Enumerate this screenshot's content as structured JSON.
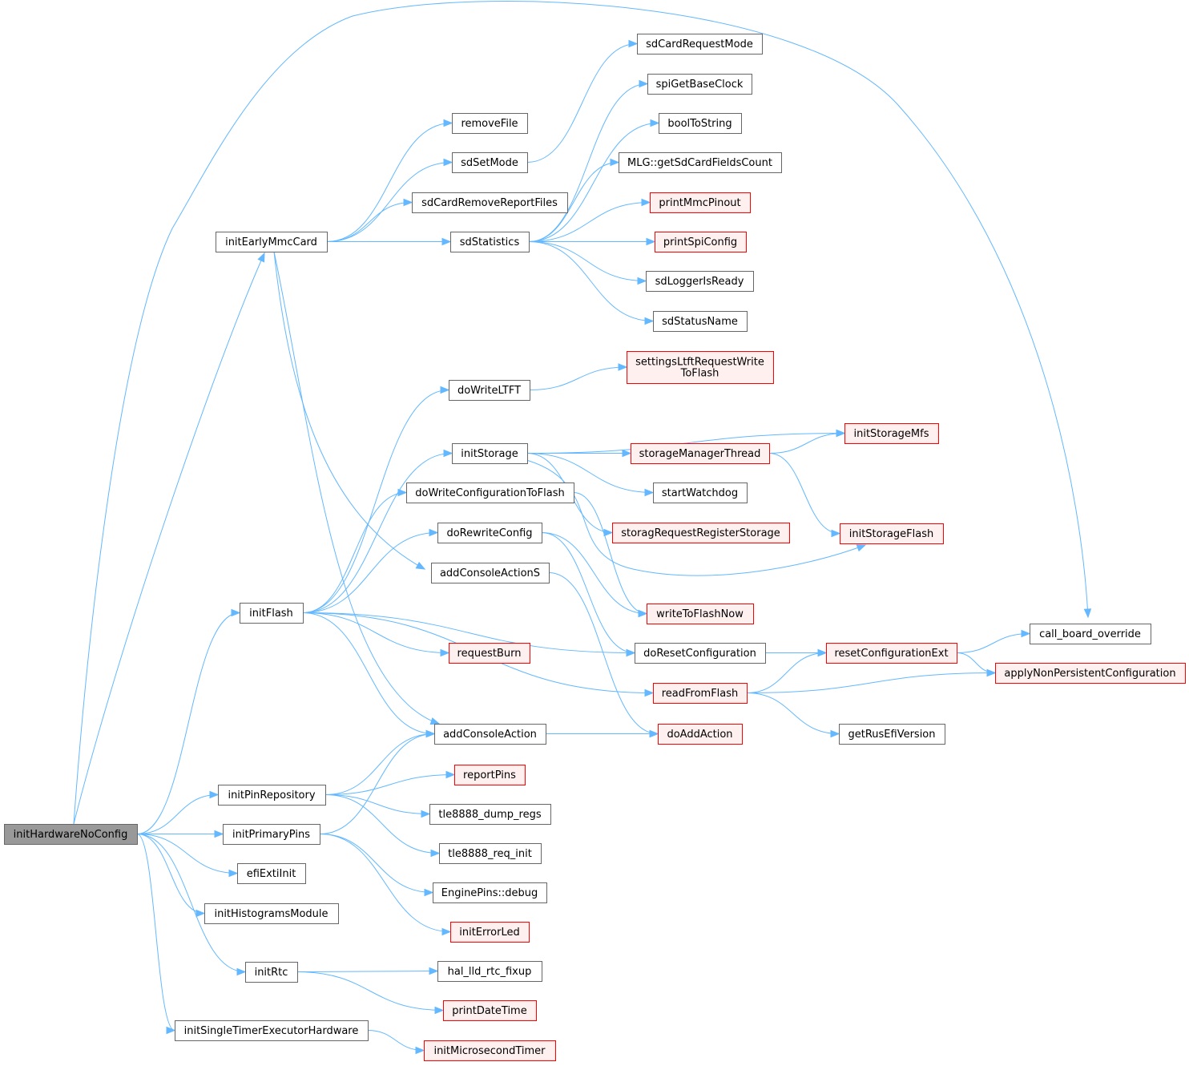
{
  "graph": {
    "title": "initHardwareNoConfig call graph",
    "colors": {
      "edge": "#63b8ff",
      "root_fill": "#999999",
      "red_border": "#ff0000",
      "red_fill": "#fff0f0",
      "normal_border": "#666666"
    },
    "nodes": [
      {
        "id": "initHardwareNoConfig",
        "label": "initHardwareNoConfig",
        "style": "root"
      },
      {
        "id": "initEarlyMmcCard",
        "label": "initEarlyMmcCard",
        "style": "normal"
      },
      {
        "id": "initFlash",
        "label": "initFlash",
        "style": "normal"
      },
      {
        "id": "initPinRepository",
        "label": "initPinRepository",
        "style": "normal"
      },
      {
        "id": "initPrimaryPins",
        "label": "initPrimaryPins",
        "style": "normal"
      },
      {
        "id": "efiExtiInit",
        "label": "efiExtiInit",
        "style": "normal"
      },
      {
        "id": "initHistogramsModule",
        "label": "initHistogramsModule",
        "style": "normal"
      },
      {
        "id": "initRtc",
        "label": "initRtc",
        "style": "normal"
      },
      {
        "id": "initSingleTimerExecutorHardware",
        "label": "initSingleTimerExecutorHardware",
        "style": "normal"
      },
      {
        "id": "removeFile",
        "label": "removeFile",
        "style": "normal"
      },
      {
        "id": "sdSetMode",
        "label": "sdSetMode",
        "style": "normal"
      },
      {
        "id": "sdCardRemoveReportFiles",
        "label": "sdCardRemoveReportFiles",
        "style": "normal"
      },
      {
        "id": "sdStatistics",
        "label": "sdStatistics",
        "style": "normal"
      },
      {
        "id": "doWriteLTFT",
        "label": "doWriteLTFT",
        "style": "normal"
      },
      {
        "id": "initStorage",
        "label": "initStorage",
        "style": "normal"
      },
      {
        "id": "doWriteConfigurationToFlash",
        "label": "doWriteConfigurationToFlash",
        "style": "normal"
      },
      {
        "id": "doRewriteConfig",
        "label": "doRewriteConfig",
        "style": "normal"
      },
      {
        "id": "addConsoleActionS",
        "label": "addConsoleActionS",
        "style": "normal"
      },
      {
        "id": "requestBurn",
        "label": "requestBurn",
        "style": "red"
      },
      {
        "id": "addConsoleAction",
        "label": "addConsoleAction",
        "style": "normal"
      },
      {
        "id": "reportPins",
        "label": "reportPins",
        "style": "red"
      },
      {
        "id": "tle8888_dump_regs",
        "label": "tle8888_dump_regs",
        "style": "normal"
      },
      {
        "id": "tle8888_req_init",
        "label": "tle8888_req_init",
        "style": "normal"
      },
      {
        "id": "EnginePins::debug",
        "label": "EnginePins::debug",
        "style": "normal"
      },
      {
        "id": "initErrorLed",
        "label": "initErrorLed",
        "style": "red"
      },
      {
        "id": "hal_lld_rtc_fixup",
        "label": "hal_lld_rtc_fixup",
        "style": "normal"
      },
      {
        "id": "printDateTime",
        "label": "printDateTime",
        "style": "red"
      },
      {
        "id": "initMicrosecondTimer",
        "label": "initMicrosecondTimer",
        "style": "red"
      },
      {
        "id": "sdCardRequestMode",
        "label": "sdCardRequestMode",
        "style": "normal"
      },
      {
        "id": "spiGetBaseClock",
        "label": "spiGetBaseClock",
        "style": "normal"
      },
      {
        "id": "boolToString",
        "label": "boolToString",
        "style": "normal"
      },
      {
        "id": "MLG::getSdCardFieldsCount",
        "label": "MLG::getSdCardFieldsCount",
        "style": "normal"
      },
      {
        "id": "printMmcPinout",
        "label": "printMmcPinout",
        "style": "red"
      },
      {
        "id": "printSpiConfig",
        "label": "printSpiConfig",
        "style": "red"
      },
      {
        "id": "sdLoggerIsReady",
        "label": "sdLoggerIsReady",
        "style": "normal"
      },
      {
        "id": "sdStatusName",
        "label": "sdStatusName",
        "style": "normal"
      },
      {
        "id": "settingsLtftRequestWriteToFlash",
        "label": "settingsLtftRequestWrite ToFlash",
        "lines": [
          "settingsLtftRequestWrite",
          "ToFlash"
        ],
        "style": "red"
      },
      {
        "id": "storageManagerThread",
        "label": "storageManagerThread",
        "style": "red"
      },
      {
        "id": "startWatchdog",
        "label": "startWatchdog",
        "style": "normal"
      },
      {
        "id": "storagRequestRegisterStorage",
        "label": "storagRequestRegisterStorage",
        "style": "red"
      },
      {
        "id": "writeToFlashNow",
        "label": "writeToFlashNow",
        "style": "red"
      },
      {
        "id": "doResetConfiguration",
        "label": "doResetConfiguration",
        "style": "normal"
      },
      {
        "id": "readFromFlash",
        "label": "readFromFlash",
        "style": "red"
      },
      {
        "id": "doAddAction",
        "label": "doAddAction",
        "style": "red"
      },
      {
        "id": "initStorageMfs",
        "label": "initStorageMfs",
        "style": "red"
      },
      {
        "id": "initStorageFlash",
        "label": "initStorageFlash",
        "style": "red"
      },
      {
        "id": "resetConfigurationExt",
        "label": "resetConfigurationExt",
        "style": "red"
      },
      {
        "id": "getRusEfiVersion",
        "label": "getRusEfiVersion",
        "style": "normal"
      },
      {
        "id": "call_board_override",
        "label": "call_board_override",
        "style": "normal"
      },
      {
        "id": "applyNonPersistentConfiguration",
        "label": "applyNonPersistentConfiguration",
        "style": "red"
      }
    ],
    "edges": [
      [
        "initHardwareNoConfig",
        "initEarlyMmcCard"
      ],
      [
        "initHardwareNoConfig",
        "initFlash"
      ],
      [
        "initHardwareNoConfig",
        "initPinRepository"
      ],
      [
        "initHardwareNoConfig",
        "initPrimaryPins"
      ],
      [
        "initHardwareNoConfig",
        "efiExtiInit"
      ],
      [
        "initHardwareNoConfig",
        "initHistogramsModule"
      ],
      [
        "initHardwareNoConfig",
        "initRtc"
      ],
      [
        "initHardwareNoConfig",
        "initSingleTimerExecutorHardware"
      ],
      [
        "initHardwareNoConfig",
        "call_board_override"
      ],
      [
        "initEarlyMmcCard",
        "removeFile"
      ],
      [
        "initEarlyMmcCard",
        "sdSetMode"
      ],
      [
        "initEarlyMmcCard",
        "sdCardRemoveReportFiles"
      ],
      [
        "initEarlyMmcCard",
        "sdStatistics"
      ],
      [
        "initEarlyMmcCard",
        "addConsoleActionS"
      ],
      [
        "initEarlyMmcCard",
        "addConsoleAction"
      ],
      [
        "sdSetMode",
        "sdCardRequestMode"
      ],
      [
        "sdStatistics",
        "spiGetBaseClock"
      ],
      [
        "sdStatistics",
        "boolToString"
      ],
      [
        "sdStatistics",
        "MLG::getSdCardFieldsCount"
      ],
      [
        "sdStatistics",
        "printMmcPinout"
      ],
      [
        "sdStatistics",
        "printSpiConfig"
      ],
      [
        "sdStatistics",
        "sdLoggerIsReady"
      ],
      [
        "sdStatistics",
        "sdStatusName"
      ],
      [
        "initFlash",
        "doWriteLTFT"
      ],
      [
        "initFlash",
        "initStorage"
      ],
      [
        "initFlash",
        "doWriteConfigurationToFlash"
      ],
      [
        "initFlash",
        "doRewriteConfig"
      ],
      [
        "initFlash",
        "requestBurn"
      ],
      [
        "initFlash",
        "addConsoleAction"
      ],
      [
        "initFlash",
        "doResetConfiguration"
      ],
      [
        "initFlash",
        "readFromFlash"
      ],
      [
        "doWriteLTFT",
        "settingsLtftRequestWriteToFlash"
      ],
      [
        "initStorage",
        "initStorageMfs"
      ],
      [
        "initStorage",
        "storageManagerThread"
      ],
      [
        "initStorage",
        "startWatchdog"
      ],
      [
        "initStorage",
        "storagRequestRegisterStorage"
      ],
      [
        "initStorage",
        "initStorageFlash"
      ],
      [
        "storageManagerThread",
        "initStorageMfs"
      ],
      [
        "storageManagerThread",
        "initStorageFlash"
      ],
      [
        "doWriteConfigurationToFlash",
        "writeToFlashNow"
      ],
      [
        "doRewriteConfig",
        "doResetConfiguration"
      ],
      [
        "doRewriteConfig",
        "writeToFlashNow"
      ],
      [
        "addConsoleActionS",
        "doAddAction"
      ],
      [
        "addConsoleAction",
        "doAddAction"
      ],
      [
        "doResetConfiguration",
        "resetConfigurationExt"
      ],
      [
        "readFromFlash",
        "resetConfigurationExt"
      ],
      [
        "readFromFlash",
        "applyNonPersistentConfiguration"
      ],
      [
        "readFromFlash",
        "getRusEfiVersion"
      ],
      [
        "resetConfigurationExt",
        "call_board_override"
      ],
      [
        "resetConfigurationExt",
        "applyNonPersistentConfiguration"
      ],
      [
        "initPinRepository",
        "addConsoleAction"
      ],
      [
        "initPinRepository",
        "reportPins"
      ],
      [
        "initPinRepository",
        "tle8888_dump_regs"
      ],
      [
        "initPinRepository",
        "tle8888_req_init"
      ],
      [
        "initPrimaryPins",
        "addConsoleAction"
      ],
      [
        "initPrimaryPins",
        "EnginePins::debug"
      ],
      [
        "initPrimaryPins",
        "initErrorLed"
      ],
      [
        "initRtc",
        "hal_lld_rtc_fixup"
      ],
      [
        "initRtc",
        "printDateTime"
      ],
      [
        "initSingleTimerExecutorHardware",
        "initMicrosecondTimer"
      ]
    ]
  }
}
